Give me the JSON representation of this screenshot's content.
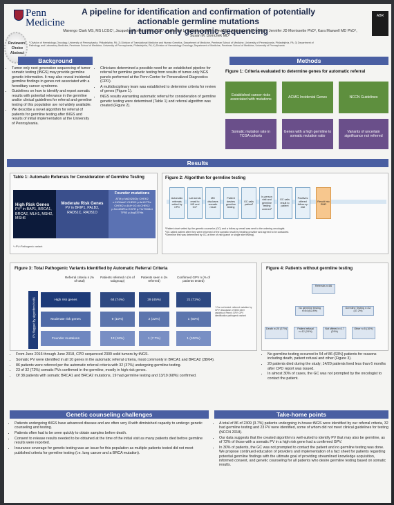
{
  "header": {
    "logo_line1": "Penn",
    "logo_line2": "Medicine",
    "ribbon": [
      "Reviewers'",
      "Choice",
      "Abstract"
    ],
    "title_line1": "A pipeline for identification and confirmation of potentially actionable germline mutations",
    "title_line2": "in tumor only genomic sequencing",
    "authors_line1": "Marengo Clark MS, MS LCGC¹, Jacquelyn Powers MS LCGC¹, Katherine L. Nathanson MD², David B. Lieberman, MS LCGC³, Jennifer JD Morrissette PhD³, Kara Maxwell MD PhD⁴,",
    "authors_line2": "Susan M. Domchek MD⁴",
    "affil_line1": "¹ Division of Hematology-Oncology, University of Pennsylvania, Philadelphia, PA; 2) Division of Translational Medicine and Human Genetics, Department of Medicine, Perelman School of Medicine, University of Pennsylvania, Philadelphia, PA; 3) Department of",
    "affil_line2": "Pathology and Laboratory Medicine, Perelman School of Medicine, University of Pennsylvania, Philadelphia, PA; 4) Division of Hematology-Oncology, Department of Medicine, Perelman School of Medicine, University of Pennsylvania",
    "corner_logo": "ABR"
  },
  "background": {
    "heading": "Background",
    "bullets": [
      "Tumor only next generation sequencing of tumor somatic testing (tNGS) may provide germline genetic information. It may also reveal incidental germline findings in genes not associated with a hereditary cancer syndrome.",
      "Guidelines on how to identify and report somatic results with potential relevance in the germline and/or clinical guidelines for referral and germline testing of this population are not widely available.",
      "We describe a novel algorithm for referral of patients for germline testing after tNGS and results of initial implementation at the University of Pennsylvania."
    ]
  },
  "methods": {
    "heading": "Methods",
    "bullets": [
      "Clinicians determined a possible need for an established pipeline for referral for germline genetic testing from results of tumor-only NGS panels performed at the Penn Center for Personalized Diagnostics (CPD).",
      "A multidisciplinary team was established to determine criteria for review of genes (Figure 1).",
      "tNGS results warranting automatic referral for consideration of germline genetic testing were determined (Table 1) and referral algorithm was created (Figure 2)."
    ],
    "fig1_title": "Figure 1: Criteria evaluated to determine genes for automatic referral",
    "fig1_boxes": [
      "Established cancer risks associated with mutations",
      "ACMG Incidental Genes",
      "NCCN Guidelines",
      "Somatic mutation rate in TCGA cohorts",
      "Genes with a high germline to somatic mutation ratio",
      "Variants of uncertain significance not referred"
    ]
  },
  "results": {
    "heading": "Results"
  },
  "table1": {
    "title": "Table 1: Automatic Referrals for Consideration of Germline Testing",
    "high_header": "High Risk Genes",
    "high_body": "PV* in BAP1, BRCA1, BRCA2, MLH1, MSH2, MSH6",
    "mod_header": "Moderate Risk Genes",
    "mod_body": "PV in BRIP1, PALB2, RAD51C, RAD51D",
    "founder_header": "Founder mutations",
    "founder_body": "ATM p.Val2424Gly CHEK2 c.1100delC CHEK2 p.Ile157Thr CHEK2 c.444+1G>A CHEK2 p.Ser428Phe EGFR p.Thr790Met TP53 p.Arg337His",
    "footnote": "*=PV=Pathogenic variant"
  },
  "fig2": {
    "title": "Figure 2: Algorithm for germline testing",
    "steps": [
      "Automatic referrals vetted by CPD",
      "Lab sends email to MD and GC¹",
      "MD discloses somatic result",
      "Patient desires germline testing",
      "GC calls patient²",
      "In-person visit and germline testing ordered³",
      "GC calls result to patient",
      "Positives offered follow-up visit",
      "Result into EMR"
    ],
    "notes": [
      "¹Patient chart vetted by the genetic counselor (GC) and a follow-up email was sent to the ordering oncologist.",
      "²GC called patient after they were informed of the somatic result by treating provider and agreed to be contacted.",
      "³Germline test was determined by GC at time of visit (panel or single site testing)."
    ]
  },
  "fig3": {
    "title": "Figure 3: Total Pathogenic Variants Identified by Automatic Referral Criteria",
    "cols": [
      "Referral criteria n (% of total)",
      "Patients referred n (% of subgroup)",
      "Patients seen n (% referred)",
      "Confirmed GPV n (% of patients tested)"
    ],
    "side_label": "PV flagged by algorithm N=86",
    "rows": [
      [
        "High risk genes",
        "64 (74%)",
        "29 (45%)",
        "21 (72%)"
      ],
      [
        "Moderate risk genes",
        "9 (10%)",
        "2 (22%)",
        "1 (50%)"
      ],
      [
        "Founder mutations",
        "13 (16%)",
        "1 (7.7%)",
        "1 (100%)"
      ]
    ],
    "note": "* One not tested: referred mutation by GPV; discussion of 3002 other variants of Penn's GPV; GPV identification pathogenic variant",
    "bullets": [
      "From June 2016 through June 2018, CPD sequenced 2309 solid tumors by tNGS.",
      "Somatic PV were identified in all 10 genes in the automatic referral criteria, most commonly in BRCA1 and BRCA2 (38/64).",
      "86 patients were referred per the automatic referral criteria with 32 (37%) undergoing germline testing.",
      "23 of 32 (72%) somatic PVs confirmed in the germline, mostly in high risk genes.",
      "Of 38 patients with somatic BRCA1 and BRCA2 mutations, 19 had germline testing and 13/19 (68%) confirmed."
    ]
  },
  "fig4": {
    "title": "Figure 4: Patients without germline testing",
    "nodes": [
      "Referrals n=86",
      "No germline testing n=54 (62.8%)",
      "Germline Testing n=32 (37.2%)",
      "Death n=20 (37%)",
      "Patient refusal n=12 (24%)",
      "Not offered n=17 (29%)",
      "Other n=5 (10%)"
    ],
    "bullets": [
      "No germline testing occurred in 54 of 86 (63%) patients for reasons including death, patient refusal and other (Figure 3).",
      "20 patients died during the study; 14/20 patients lived less than 6 months after CPD report was issued.",
      "In almost 30% of cases, the GC was not prompted by the oncologist to contact the patient."
    ]
  },
  "challenges": {
    "heading": "Genetic counseling challenges",
    "bullets": [
      "Patients undergoing tNGS have advanced disease and are often very ill with diminished capacity to undergo genetic counseling and testing.",
      "Patients often had to be seen quickly to obtain samples before death.",
      "Consent to release results needed to be obtained at the time of the initial visit as many patients died before germline results were reported.",
      "Insurance coverage for genetic testing was an issue for this population as multiple patients tested did not meet published criteria for germline testing (i.e. lung cancer and a BRCA mutation)."
    ]
  },
  "takehome": {
    "heading": "Take-home points",
    "bullets": [
      "A total of 86 of 2309 (3.7%) patients undergoing in-house tNGS were identified by our referral criteria, 32 had germline testing and 23 PV were identified, some of whom did not meet clinical guidelines for testing (NCCN 2018).",
      "Our data suggests that the created algorithm is well-suited to identify PV that may also be germline, as of 72% of those with a somatic PV in a high risk gene had a confirmed GPV.",
      "In 30% of patients, the GC was not prompted to contact the patient and no germline testing was done. We propose continued education of providers and implementation of a fact sheet for patients regarding potential germline findings with the ultimate goal of providing streamlined knowledge acquisition, informed consent, and genetic counseling for all patients who desire germline testing based on somatic results."
    ]
  }
}
